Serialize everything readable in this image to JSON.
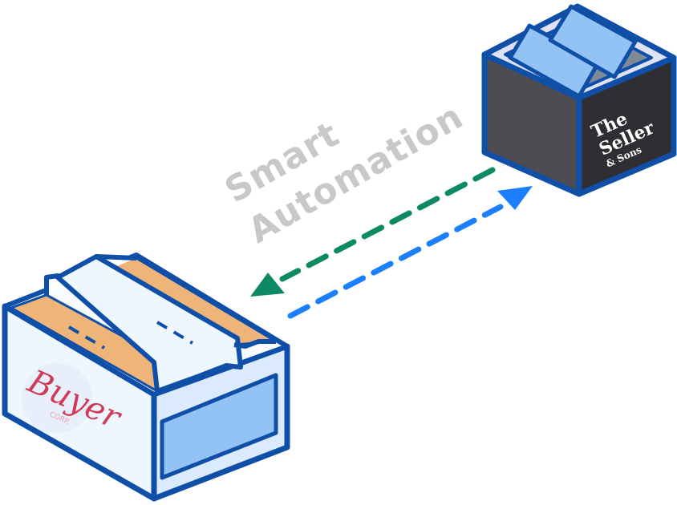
{
  "caption": {
    "line1": "Smart",
    "line2": "Automation"
  },
  "seller": {
    "logo_line1": "The",
    "logo_line2": "Seller",
    "logo_line3": "& Sons",
    "icon": "seller-box-icon"
  },
  "buyer": {
    "logo_main": "Buyer",
    "logo_sub": "CORP.",
    "icon": "buyer-box-icon"
  },
  "colors": {
    "outline": "#0f4fa8",
    "seller_body": "#4c4c52",
    "seller_top": "#dfe1f4",
    "seller_flap": "#93c3f5",
    "buyer_body": "#eef6fe",
    "buyer_side": "#dbeafd",
    "buyer_flap": "#efb578",
    "buyer_panel": "#93c3f5",
    "arrow_to_buyer": "#0d8a63",
    "arrow_to_seller": "#1b7fff",
    "caption": "#c8c8c8"
  }
}
